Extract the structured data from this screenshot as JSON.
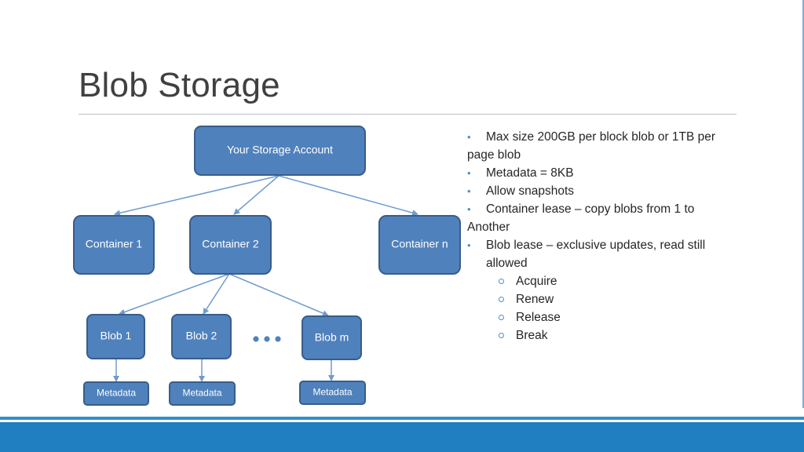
{
  "slide": {
    "title": "Blob Storage"
  },
  "diagram": {
    "root": {
      "label": "Your Storage Account"
    },
    "containers": [
      {
        "label": "Container 1"
      },
      {
        "label": "Container 2"
      },
      {
        "label": "Container n"
      }
    ],
    "blobs": [
      {
        "label": "Blob 1",
        "metadata": "Metadata"
      },
      {
        "label": "Blob 2",
        "metadata": "Metadata"
      },
      {
        "label": "Blob m",
        "metadata": "Metadata"
      }
    ]
  },
  "bullets": [
    {
      "text": "Max size 200GB per block blob or 1TB per page blob"
    },
    {
      "text": "Metadata = 8KB"
    },
    {
      "text": "Allow snapshots"
    },
    {
      "text": "Container lease – copy blobs from 1 to Another"
    },
    {
      "text": "Blob lease – exclusive updates, read still allowed"
    }
  ],
  "sub_bullets": [
    {
      "text": "Acquire"
    },
    {
      "text": "Renew"
    },
    {
      "text": "Release"
    },
    {
      "text": "Break"
    }
  ],
  "colors": {
    "node_fill": "#4f81bd",
    "node_stroke": "#385d8a",
    "edge": "#6f9bd0",
    "bullet": "#4a90c8",
    "footer": "#1f7fc0"
  }
}
